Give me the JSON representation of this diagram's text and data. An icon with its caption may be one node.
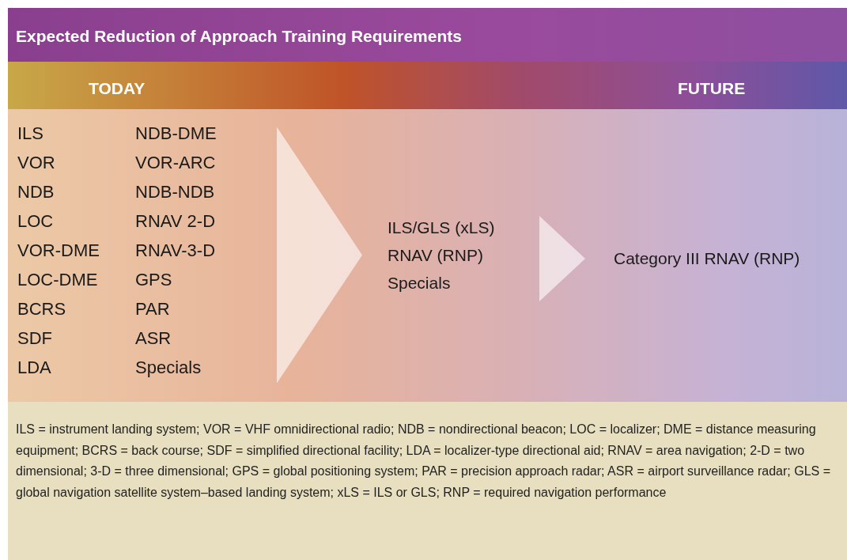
{
  "diagram": {
    "title": "Expected Reduction of Approach Training Requirements",
    "nodes": [
      {
        "text": [
          "ILS",
          "VOR",
          "NDB",
          "LOC",
          "VOR-DME",
          "LOC-DME",
          "BCRS",
          "SDF",
          "LDA",
          "NDB-DME",
          "VOR-ARC",
          "NDB-NDB",
          "RNAV 2-D",
          "RNAV-3-D",
          "GPS",
          "PAR",
          "ASR",
          "Specials"
        ]
      },
      {
        "text": [
          "ILS/GLS (xLS)",
          "RNAV (RNP)",
          "Specials"
        ]
      },
      {
        "text": [
          "Category III RNAV (RNP)"
        ]
      }
    ],
    "edges": [
      {
        "from": 0,
        "to": 1,
        "arrow": "to"
      },
      {
        "from": 1,
        "to": 2,
        "arrow": "to"
      }
    ],
    "labels": [
      "TODAY",
      "FUTURE"
    ],
    "caption": "ILS = instrument landing system; VOR = VHF omnidirectional radio; NDB = nondirectional beacon; LOC = localizer; DME = distance measuring equipment; BCRS = back course; SDF = simplified directional facility; LDA = localizer-type directional aid; RNAV = area navigation; 2-D = two dimensional; 3-D = three dimensional; GPS = global positioning system; PAR = precision approach radar; ASR = airport surveillance radar; GLS = global navigation satellite system–based landing system; xLS = ILS or GLS; RNP = required navigation performance"
  }
}
